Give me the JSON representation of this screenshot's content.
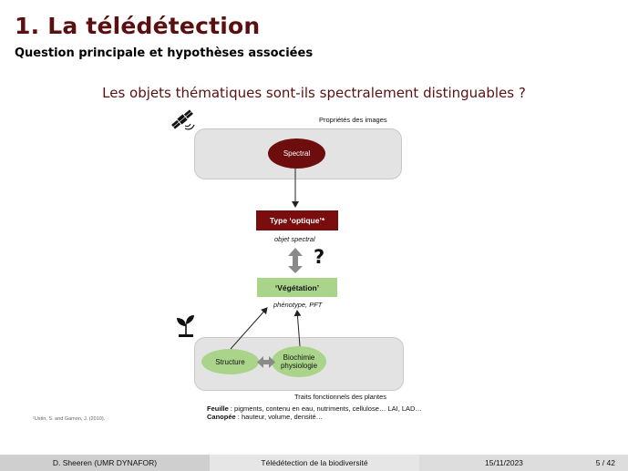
{
  "slide": {
    "title": "1. La télédétection",
    "subtitle": "Question principale et hypothèses associées",
    "question": "Les objets thématiques sont-ils spectralement distinguables ?"
  },
  "diagram": {
    "top_panel_label": "Propriétés des images",
    "spectral": "Spectral",
    "type_optique": "Type ‘optique’*",
    "objet_spectral": "objet spectral",
    "question_mark": "?",
    "vegetation": "‘Végétation’",
    "phenotype": "phénotype, PFT",
    "structure": "Structure",
    "biochimie_line1": "Biochimie",
    "biochimie_line2": "physiologie",
    "bottom_panel_label": "Traits fonctionnels des plantes",
    "feuille_label": "Feuille",
    "feuille_text": " : pigments, contenu en eau, nutriments, cellulose… LAI, LAD…",
    "canopee_label": "Canopée",
    "canopee_text": " : hauteur, volume, densité…",
    "satellite_icon": "satellite-icon",
    "plant_icon": "plant-icon"
  },
  "footnote": "¹Ustin, S. and Gamon, J. (2010).",
  "footer": {
    "author": "D. Sheeren  (UMR DYNAFOR)",
    "talk_title": "Télédétection de la biodiversité",
    "date": "15/11/2023",
    "page": "5 / 42"
  }
}
